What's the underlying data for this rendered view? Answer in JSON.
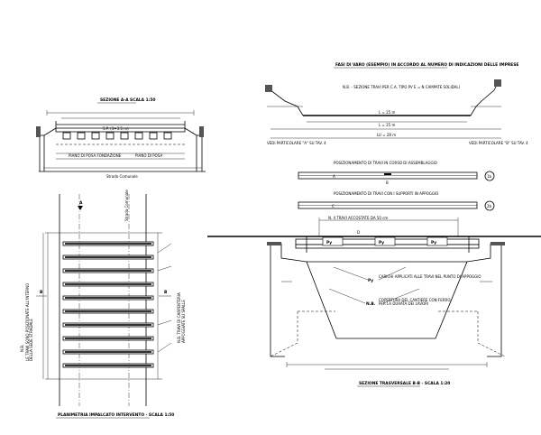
{
  "drawing": {
    "top_left_title": "SEZIONE A-A  SCALA 1:50",
    "strada_label": "Strada Comunale",
    "sp_label": "S.P. (3+3.5 m)",
    "plan_title": "PLANIMETRIA IMPALCATO INTERVENTO - SCALA 1:50",
    "plan_road_label": "Strada Comunale",
    "section_b_label": "B",
    "section_b_label_right": "B",
    "section_a_label": "A",
    "ns_note_left": "N.B.",
    "right_top_title": "FASI DI VARO (ESEMPIO) IN ACCORDO AL NUMERO DI INDICAZIONI DELLE IMPRESE",
    "right_nb_title": "N.B. - SEZIONE TRAVI PER C.A. TIPO PV E = N CAMPATE SOLIDALI",
    "detail_a": "VEDI PARTICOLARE \"A\" SU TAV. 4",
    "detail_b": "VEDI PARTICOLARE \"B\" SU TAV. 4",
    "dim_top": "L = 25 m",
    "dim_mid": "L = 25 m",
    "dim_total": "LU = 28 m",
    "tag_a": "A",
    "tag_b": "B",
    "tag_c": "C",
    "tag_d": "D",
    "py_label": "Py",
    "py_label_center": "Py",
    "py_note": "CARICHI APPLICATI ALLE TRAVI NEL PUNTO DI APPOGGIO",
    "nb_center": "N.B.",
    "section_bottom_title": "SEZIONE TRASVERSALE B-B - SCALA 1:20",
    "beam_top_note": "POSIZIONAMENTO DI TRAVI IN CORSO DI ASSEMBLAGGIO",
    "beam_mid_note": "POSIZIONAMENTO DI TRAVI CON I SUPPORTI IN APPOGGIO",
    "circle_1": "1b",
    "circle_2": "2b"
  }
}
